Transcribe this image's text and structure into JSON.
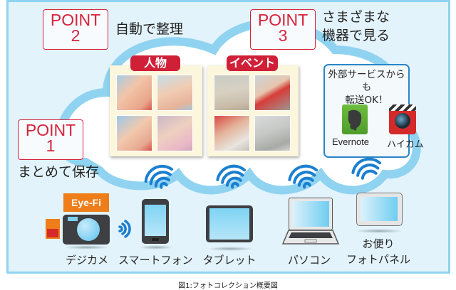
{
  "points": [
    {
      "label": "POINT",
      "number": "1",
      "text": "まとめて保存"
    },
    {
      "label": "POINT",
      "number": "2",
      "text": "自動で整理"
    },
    {
      "label": "POINT",
      "number": "3",
      "text_line1": "さまざまな",
      "text_line2": "機器で見る"
    }
  ],
  "albums": [
    {
      "label": "人物",
      "photos": [
        "child-face-closeup",
        "child-with-fruit-on-head",
        "child-smiling",
        "child-waving"
      ]
    },
    {
      "label": "イベント",
      "photos": [
        "children-running",
        "child-in-red-cap",
        "child-in-red-hat",
        "child-at-event"
      ]
    }
  ],
  "external_services": {
    "title_line1": "外部サービスからも",
    "title_line2": "転送OK！",
    "apps": [
      {
        "name": "Evernote",
        "icon": "evernote-elephant-icon",
        "color": "#5aa832"
      },
      {
        "name": "ハイカム",
        "icon": "camera-lens-clapper-icon",
        "color": "#d52a2a"
      }
    ]
  },
  "devices": [
    {
      "name": "デジカメ",
      "icon": "digital-camera-icon",
      "badge": "Eye-Fi"
    },
    {
      "name": "スマートフォン",
      "icon": "smartphone-icon"
    },
    {
      "name": "タブレット",
      "icon": "tablet-icon"
    },
    {
      "name": "パソコン",
      "icon": "laptop-icon"
    },
    {
      "name_line1": "お便り",
      "name_line2": "フォトパネル",
      "icon": "photo-frame-icon"
    }
  ],
  "caption": "図1:フォトコレクション概要図",
  "colors": {
    "accent_red": "#d6233c",
    "frame_blue": "#8fd3f1",
    "background": "#e3f3fb",
    "wifi_blue": "#1a7fd0",
    "eyefi_orange": "#ee7d1a"
  }
}
